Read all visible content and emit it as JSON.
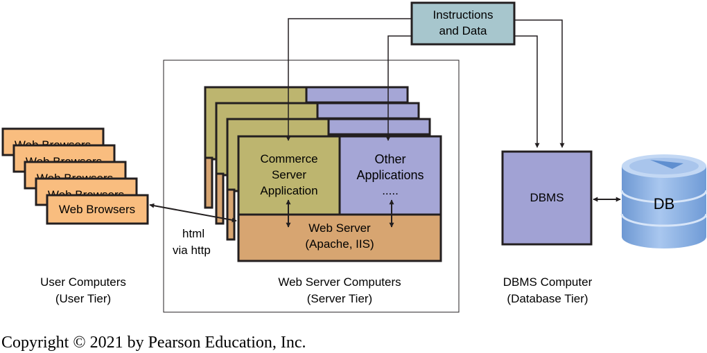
{
  "instructions_box": {
    "line1": "Instructions",
    "line2": "and Data"
  },
  "browsers": {
    "stack_label": "Web Browsers",
    "stack": [
      "Web Browsers",
      "Web Browsers",
      "Web Browsers",
      "Web Browsers"
    ],
    "front_label": "Web Browsers"
  },
  "connection_label": {
    "line1": "html",
    "line2": "via http"
  },
  "commerce_app": {
    "line1": "Commerce",
    "line2": "Server",
    "line3": "Application"
  },
  "other_apps": {
    "line1": "Other",
    "line2": "Applications",
    "line3": "....."
  },
  "web_server": {
    "line1": "Web Server",
    "line2": "(Apache, IIS)"
  },
  "dbms": {
    "label": "DBMS"
  },
  "db": {
    "label": "DB"
  },
  "tiers": {
    "user": {
      "line1": "User Computers",
      "line2": "(User Tier)"
    },
    "server": {
      "line1": "Web Server Computers",
      "line2": "(Server Tier)"
    },
    "database": {
      "line1": "DBMS Computer",
      "line2": "(Database Tier)"
    }
  },
  "copyright": "Copyright © 2021 by Pearson Education, Inc.",
  "colors": {
    "browser_fill": "#f9bd7f",
    "app_olive": "#bdb56f",
    "app_lavender": "#a5a6d6",
    "web_server_tan": "#d7a571",
    "instructions_fill": "#a7c6cd",
    "dbms_fill": "#a1a2d4",
    "db_blue": "#8fb3e3",
    "stroke": "#231f20"
  }
}
